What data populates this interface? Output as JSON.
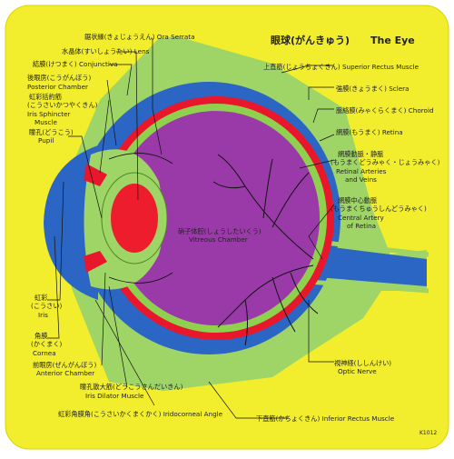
{
  "title": {
    "jp": "眼球(がんきゅう)",
    "en": "The Eye"
  },
  "product_code": "K1012",
  "labels_left": [
    {
      "id": "ora-serrata",
      "jp": "鋸状縁(きょじょうえん)",
      "en": "Ora Serrata"
    },
    {
      "id": "lens",
      "jp": "水晶体(すいしょうたい)",
      "en": "Lens"
    },
    {
      "id": "conjunctiva",
      "jp": "結膜(けつまく)",
      "en": "Conjunctiva"
    },
    {
      "id": "posterior-chamber",
      "jp": "後眼房(こうがんぼう)",
      "en": "Posterior Chamber"
    },
    {
      "id": "iris-sphincter",
      "jp": "虹彩括約筋",
      "jp2": "(こうさいかつやくきん)",
      "en": "Iris Sphincter",
      "en2": "Muscle"
    },
    {
      "id": "pupil",
      "jp": "瞳孔(どうこう)",
      "en": "Pupil"
    },
    {
      "id": "iris",
      "jp": "虹彩",
      "jp2": "(こうさい)",
      "en": "Iris"
    },
    {
      "id": "cornea",
      "jp": "角膜",
      "jp2": "(かくまく)",
      "en": "Cornea"
    },
    {
      "id": "anterior-chamber",
      "jp": "前眼房(ぜんがんぼう)",
      "en": "Anterior Chamber"
    },
    {
      "id": "iris-dilator",
      "jp": "瞳孔散大筋(どうこうさんだいきん)",
      "en": "Iris Dilator Muscle"
    },
    {
      "id": "iridocorneal-angle",
      "jp": "虹彩角膜角(こうさいかくまくかく)",
      "en": "Iridocorneal Angle"
    }
  ],
  "labels_right": [
    {
      "id": "superior-rectus",
      "jp": "上直筋(じょうちょくきん)",
      "en": "Superior Rectus Muscle"
    },
    {
      "id": "sclera",
      "jp": "強膜(きょうまく)",
      "en": "Sclera"
    },
    {
      "id": "choroid",
      "jp": "脈絡膜(みゃくらくまく)",
      "en": "Choroid"
    },
    {
      "id": "retina",
      "jp": "網膜(もうまく)",
      "en": "Retina"
    },
    {
      "id": "retinal-vessels",
      "jp": "網膜動脈・静脈",
      "jp2": "(もうまくどうみゃく・じょうみゃく)",
      "en": "Retinal Arteries",
      "en2": "and Veins"
    },
    {
      "id": "central-artery",
      "jp": "網膜中心動脈",
      "jp2": "(もうまくちゅうしんどうみゃく)",
      "en": "Central Artery",
      "en2": "of Retina"
    },
    {
      "id": "optic-nerve",
      "jp": "視神経(ししんけい)",
      "en": "Optic Nerve"
    },
    {
      "id": "inferior-rectus",
      "jp": "下直筋(かちょくきん)",
      "en": "Inferior Rectus Muscle"
    }
  ],
  "label_center": {
    "jp": "硝子体腔(しょうしたいくう)",
    "en": "Vitreous Chamber"
  },
  "colors": {
    "board": "#f2ee2e",
    "muscle": "#9fd466",
    "sclera": "#2b66c4",
    "choroid": "#e8172c",
    "retina": "#8fd14f",
    "vitreous": "#9a3aa8",
    "lens": "#ee1d2e",
    "vessels": "#111111"
  }
}
